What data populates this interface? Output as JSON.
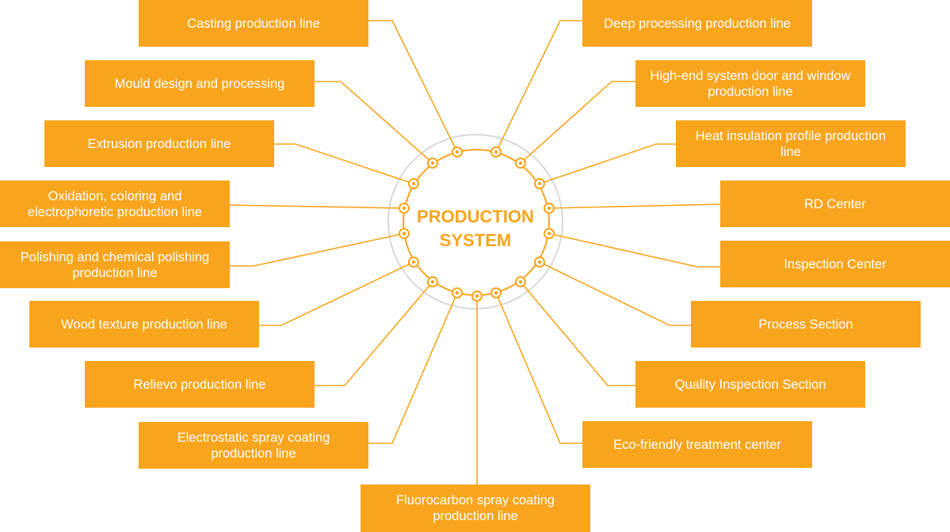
{
  "center": {
    "line1": "PRODUCTION",
    "line2": "SYSTEM"
  },
  "colors": {
    "accent": "#f8a51d",
    "ring": "#d9d9d9",
    "text": "#ffffff"
  },
  "left": [
    "Casting production line",
    "Mould design and processing",
    "Extrusion production line",
    "Oxidation, coloring and electrophoretic production line",
    "Polishing and chemical polishing production line",
    "Wood texture production line",
    "Relievo production line",
    "Electrostatic spray coating production line"
  ],
  "bottom": "Fluorocarbon spray coating production line",
  "right": [
    "Deep processing production line",
    "High-end system door and window production line",
    "Heat insulation profile production line",
    "RD Center",
    "Inspection Center",
    "Process Section",
    "Quality Inspection Section",
    "Eco-friendly treatment center"
  ]
}
